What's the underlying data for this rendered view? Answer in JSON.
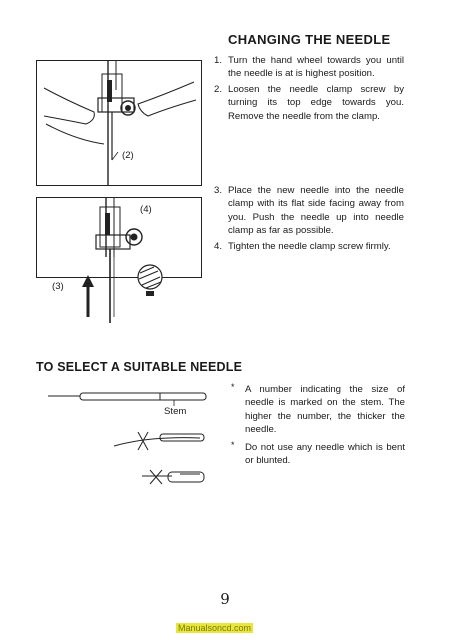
{
  "header": {
    "title": "CHANGING THE NEEDLE"
  },
  "steps_top": [
    {
      "num": "1.",
      "text": "Turn the hand wheel towards you until the needle is at is highest position."
    },
    {
      "num": "2.",
      "text": "Loosen the needle clamp screw by turning its top edge towards you. Remove the needle from the clamp."
    }
  ],
  "steps_bottom": [
    {
      "num": "3.",
      "text": "Place the new needle into the needle clamp with its flat side facing away from you. Push the needle up into needle clamp as far as possible."
    },
    {
      "num": "4.",
      "text": "Tighten the needle clamp screw firmly."
    }
  ],
  "figure_labels": {
    "fig1": "(2)",
    "fig2_a": "(4)",
    "fig2_b": "(3)",
    "stem": "Stem"
  },
  "section": {
    "title": "TO SELECT A SUITABLE NEEDLE"
  },
  "notes": [
    {
      "star": "*",
      "text": "A number indicating the size of needle is marked on the stem. The higher the number, the thicker the needle."
    },
    {
      "star": "*",
      "text": "Do not use any needle which is bent or blunted."
    }
  ],
  "footer": {
    "page_number": "9",
    "watermark": "Manualsoncd.com"
  }
}
